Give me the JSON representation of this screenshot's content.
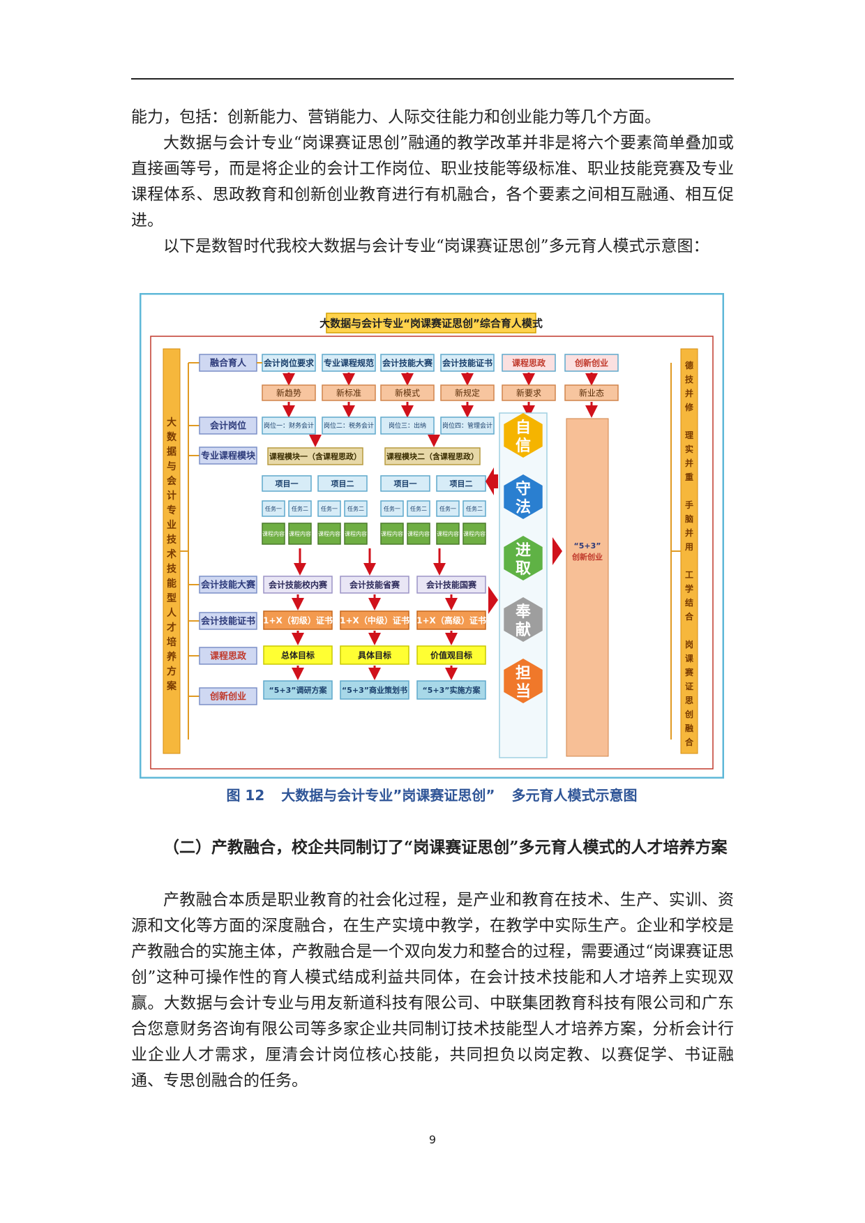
{
  "page": {
    "para1": "能力，包括：创新能力、营销能力、人际交往能力和创业能力等几个方面。",
    "para2": "大数据与会计专业“岗课赛证思创”融通的教学改革并非是将六个要素简单叠加或直接画等号，而是将企业的会计工作岗位、职业技能等级标准、职业技能竞赛及专业课程体系、思政教育和创新创业教育进行有机融合，各个要素之间相互融通、相互促进。",
    "para3": "以下是数智时代我校大数据与会计专业“岗课赛证思创”多元育人模式示意图：",
    "caption_num": "图 12",
    "caption_a": "大数据与会计专业”岗课赛证思创”",
    "caption_b": "多元育人模式示意图",
    "heading": "（二）产教融合，校企共同制订了“岗课赛证思创”多元育人模式的人才培养方案",
    "para4": "产教融合本质是职业教育的社会化过程，是产业和教育在技术、生产、实训、资源和文化等方面的深度融合，在生产实境中教学，在教学中实际生产。企业和学校是产教融合的实施主体，产教融合是一个双向发力和整合的过程，需要通过“岗课赛证思创”这种可操作性的育人模式结成利益共同体，在会计技术技能和人才培养上实现双赢。大数据与会计专业与用友新道科技有限公司、中联集团教育科技有限公司和广东合您意财务咨询有限公司等多家企业共同制订技术技能型人才培养方案，分析会计行业企业人才需求，厘清会计岗位核心技能，共同担负以岗定教、以赛促学、书证融通、专思创融合的任务。",
    "page_number": "9"
  },
  "diagram": {
    "title": "大数据与会计专业“岗课赛证思创”综合育人模式",
    "left_vertical": "大数据与会计专业技术技能型人才培养方案",
    "right_vertical": "德技并修 理实并重 手脑并用 工学结合 岗课赛证思创融合",
    "row_labels": [
      "融合育人",
      "会计岗位",
      "专业课程模块",
      "会计技能大赛",
      "会计技能证书",
      "课程思政",
      "创新创业"
    ],
    "top_items": [
      "会计岗位要求",
      "专业课程规范",
      "会计技能大赛",
      "会计技能证书",
      "课程思政",
      "创新创业"
    ],
    "new_items": [
      "新趋势",
      "新标准",
      "新模式",
      "新规定",
      "新要求",
      "新业态"
    ],
    "positions": [
      "岗位一：财务会计",
      "岗位二：税务会计",
      "岗位三：出纳",
      "岗位四：管理会计"
    ],
    "modules": [
      "课程模块一（含课程思政）",
      "课程模块二（含课程思政）"
    ],
    "projects": [
      "项目一",
      "项目二",
      "项目一",
      "项目二"
    ],
    "tasks": [
      "任务一",
      "任务二"
    ],
    "contents": [
      "课程内容"
    ],
    "competitions": [
      "会计技能校内赛",
      "会计技能省赛",
      "会计技能国赛"
    ],
    "certificates": [
      "1+X（初级）证书",
      "1+X（中级）证书",
      "1+X（高级）证书"
    ],
    "goals": [
      "总体目标",
      "具体目标",
      "价值观目标"
    ],
    "plans": [
      "“5+3”调研方案",
      "“5+3”商业策划书",
      "“5+3”实施方案"
    ],
    "virtues": [
      "自信",
      "守法",
      "进取",
      "奉献",
      "担当"
    ],
    "innovation": "“5+3”创新创业"
  }
}
